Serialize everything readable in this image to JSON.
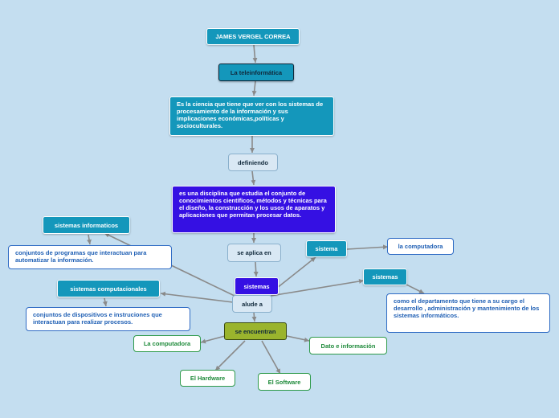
{
  "nodes": {
    "author": "JAMES VERGEL CORREA",
    "topic": "La teleinformática",
    "definition": "Es la ciencia que tiene que ver con los sistemas de procesamiento de la información y sus implicaciones económicas,políticas y socioculturales.",
    "defining": "definiendo",
    "discipline": "es una disciplina que estudia el conjunto de conocimientos científicos, métodos y técnicas para el diseño, la construcción y los usos de aparatos y aplicaciones que permitan procesar datos.",
    "applies": "se aplica en",
    "sistemas_purple": "sistemas",
    "alude": "alude a",
    "sistema": "sistema",
    "la_computadora_right": "la computadora",
    "sistemas_teal": "sistemas",
    "departamento": "como el departamento que tiene a su cargo el desarrollo , administración y mantenimiento de los sistemas informáticos.",
    "sistemas_informaticos": "sistemas informaticos",
    "conjuntos_programas": "conjuntos de programas que interactuan para automatizar la información.",
    "sistemas_computacionales": "sistemas computacionales",
    "conjuntos_dispositivos": "conjuntos de dispositivos e instruciones que interactuan para realizar procesos.",
    "se_encuentran": "se encuentran",
    "la_computadora_left": "La computadora",
    "dato_informacion": "Dato e información",
    "el_hardware": "El Hardware",
    "el_software": "El Software"
  },
  "colors": {
    "background": "#c4def0",
    "teal": "#1497bb",
    "purple": "#3510e3",
    "olive": "#9ab42d",
    "connector": "#8a8a8a"
  }
}
